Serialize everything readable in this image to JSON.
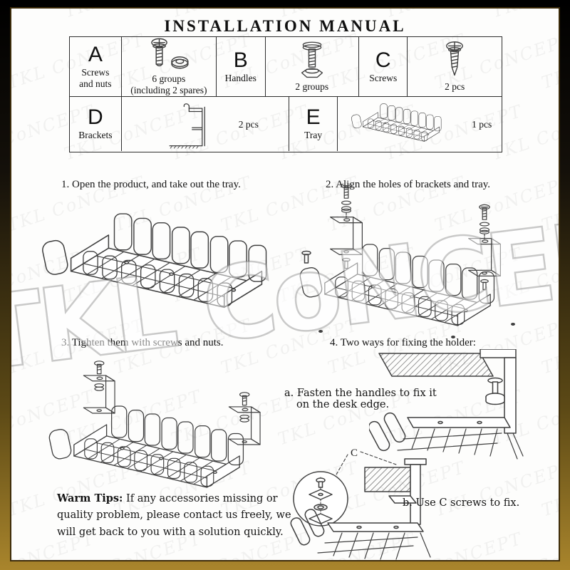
{
  "title": "INSTALLATION MANUAL",
  "watermark": {
    "text": "TKL CoNCEPT"
  },
  "parts_table": {
    "a": {
      "letter": "A",
      "name_line1": "Screws",
      "name_line2": "and nuts",
      "qty_line1": "6 groups",
      "qty_line2": "(including 2 spares)",
      "icon": "screw-and-nut-icon"
    },
    "b": {
      "letter": "B",
      "name_line1": "Handles",
      "qty_line1": "2 groups",
      "icon": "handle-bolt-icon"
    },
    "c": {
      "letter": "C",
      "name_line1": "Screws",
      "qty_line1": "2 pcs",
      "icon": "tapping-screw-icon"
    },
    "d": {
      "letter": "D",
      "name_line1": "Brackets",
      "qty_line1": "2 pcs",
      "icon": "c-bracket-icon"
    },
    "e": {
      "letter": "E",
      "name_line1": "Tray",
      "qty_line1": "1 pcs",
      "icon": "wire-tray-icon"
    }
  },
  "steps": {
    "step1": "1. Open the product, and take out the tray.",
    "step2": "2. Align the holes of brackets and tray.",
    "step3": "3. Tighten them with screws and nuts.",
    "step4": "4. Two ways for fixing the holder:",
    "step4a_line1": "a. Fasten the handles to fix it",
    "step4a_line2": "on the desk edge.",
    "step4b": "b. Use C screws to fix.",
    "c_callout_label": "C"
  },
  "warm_tips": {
    "label": "Warm Tips:",
    "text": " If any accessories missing or quality problem, please contact us freely, we will get back to you with a solution quickly."
  },
  "colors": {
    "frame_top": "#000000",
    "frame_bottom": "#a9852c",
    "line_art": "#3f3f3f"
  }
}
